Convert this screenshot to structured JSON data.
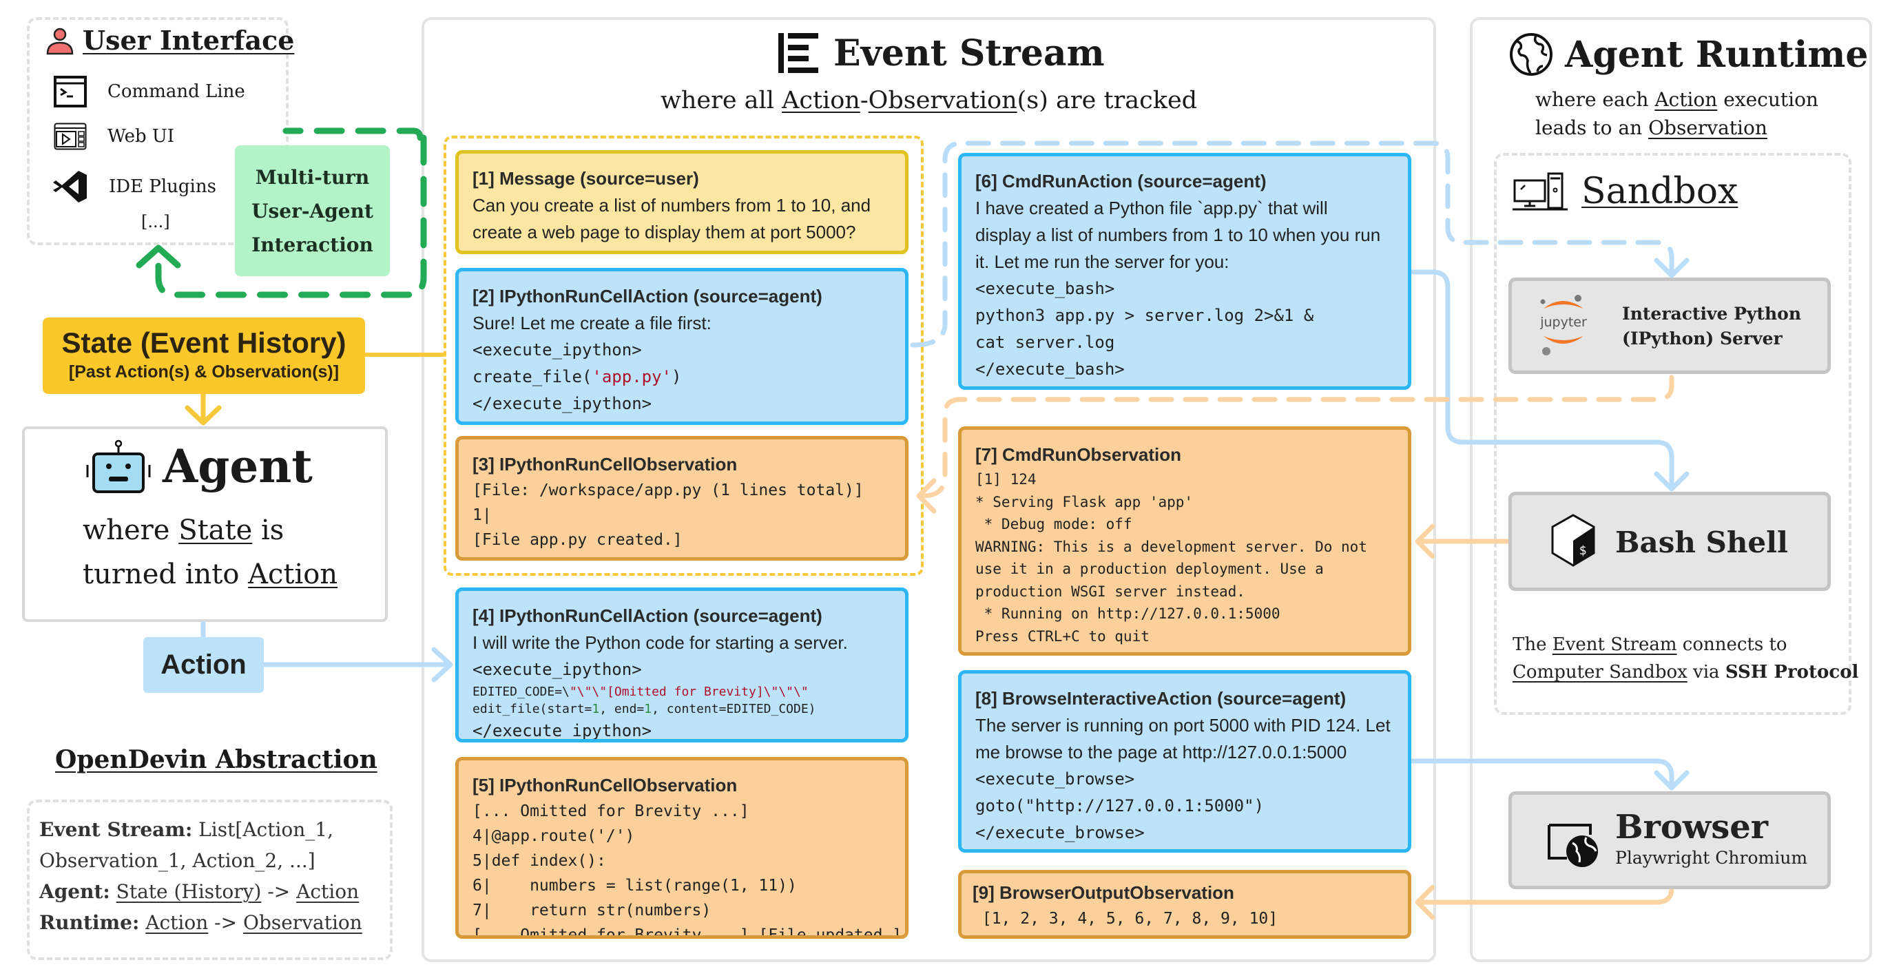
{
  "user_interface": {
    "title": "User Interface",
    "items": [
      {
        "label": "Command Line",
        "icon": "terminal-icon"
      },
      {
        "label": "Web UI",
        "icon": "web-ui-icon"
      },
      {
        "label": "IDE Plugins",
        "icon": "vscode-icon"
      }
    ],
    "more": "[...]"
  },
  "multi_turn": {
    "lines": [
      "Multi-turn",
      "User-Agent",
      "Interaction"
    ]
  },
  "state": {
    "title": "State (Event History)",
    "subtitle": "[Past Action(s) & Observation(s)]"
  },
  "agent": {
    "title": "Agent",
    "line1_pre": "where ",
    "line1_u": "State",
    "line1_post": " is",
    "line2_pre": "turned into ",
    "line2_u": "Action"
  },
  "action_label": "Action",
  "abstraction": {
    "title": "OpenDevin Abstraction",
    "es_label": "Event Stream:",
    "es_value1": " List[Action_1,",
    "es_value2": "Observation_1, Action_2, ...]",
    "agent_label": "Agent:",
    "agent_from": "State (History)",
    "arrow": " -> ",
    "agent_to": "Action",
    "runtime_label": "Runtime:",
    "runtime_from": "Action",
    "runtime_to": "Observation"
  },
  "event_stream": {
    "title": "Event Stream",
    "subtitle_pre": "where all ",
    "subtitle_u1": "Action",
    "subtitle_dash": "-",
    "subtitle_u2": "Observation",
    "subtitle_post": "(s) are tracked",
    "events": [
      {
        "id": 1,
        "kind": "user",
        "title": "[1] Message (source=user)",
        "lines": [
          {
            "style": "text",
            "segs": [
              {
                "t": "Can you create a list of numbers from 1 to 10, and"
              }
            ]
          },
          {
            "style": "text",
            "segs": [
              {
                "t": "create a web page to display them at port 5000?"
              }
            ]
          }
        ]
      },
      {
        "id": 2,
        "kind": "action",
        "title": "[2] IPythonRunCellAction (source=agent)",
        "lines": [
          {
            "style": "text",
            "segs": [
              {
                "t": "Sure! Let me create a file first:"
              }
            ]
          },
          {
            "style": "code",
            "segs": [
              {
                "t": "<execute_ipython>"
              }
            ]
          },
          {
            "style": "code",
            "segs": [
              {
                "t": "create_file("
              },
              {
                "t": "'app.py'",
                "c": "#b0102a"
              },
              {
                "t": ")"
              }
            ]
          },
          {
            "style": "code",
            "segs": [
              {
                "t": "</execute_ipython>"
              }
            ]
          }
        ]
      },
      {
        "id": 3,
        "kind": "obs",
        "title": "[3] IPythonRunCellObservation",
        "lines": [
          {
            "style": "obs2",
            "segs": [
              {
                "t": "[File: /workspace/app.py (1 lines total)]"
              }
            ]
          },
          {
            "style": "obs2",
            "segs": [
              {
                "t": "1|"
              }
            ]
          },
          {
            "style": "obs2",
            "segs": [
              {
                "t": "[File app.py created.]"
              }
            ]
          }
        ]
      },
      {
        "id": 4,
        "kind": "action",
        "title": "[4] IPythonRunCellAction (source=agent)",
        "lines": [
          {
            "style": "text",
            "segs": [
              {
                "t": "I will write the Python code for starting a server."
              }
            ]
          },
          {
            "style": "code",
            "segs": [
              {
                "t": "<execute_ipython>"
              }
            ]
          },
          {
            "style": "small",
            "segs": [
              {
                "t": "EDITED_CODE=\\"
              },
              {
                "t": "\"\\\"\\\"[Omitted for Brevity]\\\"\\\"\\\"",
                "c": "#b0102a"
              }
            ]
          },
          {
            "style": "small",
            "segs": [
              {
                "t": "edit_file(start="
              },
              {
                "t": "1",
                "c": "#2a8a3a"
              },
              {
                "t": ", end="
              },
              {
                "t": "1",
                "c": "#2a8a3a"
              },
              {
                "t": ", content=EDITED_CODE)"
              }
            ]
          },
          {
            "style": "code",
            "segs": [
              {
                "t": "</execute_ipython>"
              }
            ]
          }
        ]
      },
      {
        "id": 5,
        "kind": "obs",
        "title": "[5] IPythonRunCellObservation",
        "lines": [
          {
            "style": "obs2",
            "segs": [
              {
                "t": "[... Omitted for Brevity ...]"
              }
            ]
          },
          {
            "style": "obs2",
            "segs": [
              {
                "t": "4|@app.route('/')"
              }
            ]
          },
          {
            "style": "obs2",
            "segs": [
              {
                "t": "5|def index():"
              }
            ]
          },
          {
            "style": "obs2",
            "segs": [
              {
                "t": "6|    numbers = list(range(1, 11))"
              }
            ]
          },
          {
            "style": "obs2",
            "segs": [
              {
                "t": "7|    return str(numbers)"
              }
            ]
          },
          {
            "style": "obs2",
            "segs": [
              {
                "t": "[... Omitted for Brevity ...] [File updated.]"
              }
            ]
          }
        ]
      },
      {
        "id": 6,
        "kind": "action",
        "title": "[6] CmdRunAction (source=agent)",
        "lines": [
          {
            "style": "text",
            "segs": [
              {
                "t": "I have created a Python file `app.py` that will"
              }
            ]
          },
          {
            "style": "text",
            "segs": [
              {
                "t": "display a list of numbers from 1 to 10 when you run"
              }
            ]
          },
          {
            "style": "text",
            "segs": [
              {
                "t": "it. Let me run the server for you:"
              }
            ]
          },
          {
            "style": "code",
            "segs": [
              {
                "t": "<execute_bash>"
              }
            ]
          },
          {
            "style": "code",
            "segs": [
              {
                "t": "python3 app.py > server.log 2>&1 &"
              }
            ]
          },
          {
            "style": "code",
            "segs": [
              {
                "t": "cat server.log"
              }
            ]
          },
          {
            "style": "code",
            "segs": [
              {
                "t": "</execute_bash>"
              }
            ]
          }
        ]
      },
      {
        "id": 7,
        "kind": "obs",
        "title": "[7] CmdRunObservation",
        "lines": [
          {
            "style": "obs",
            "segs": [
              {
                "t": "[1] 124"
              }
            ]
          },
          {
            "style": "obs",
            "segs": [
              {
                "t": "* Serving Flask app 'app'"
              }
            ]
          },
          {
            "style": "obs",
            "segs": [
              {
                "t": " * Debug mode: off"
              }
            ]
          },
          {
            "style": "obs",
            "segs": [
              {
                "t": "WARNING: This is a development server. Do not"
              }
            ]
          },
          {
            "style": "obs",
            "segs": [
              {
                "t": "use it in a production deployment. Use a"
              }
            ]
          },
          {
            "style": "obs",
            "segs": [
              {
                "t": "production WSGI server instead."
              }
            ]
          },
          {
            "style": "obs",
            "segs": [
              {
                "t": " * Running on http://127.0.0.1:5000"
              }
            ]
          },
          {
            "style": "obs",
            "segs": [
              {
                "t": "Press CTRL+C to quit"
              }
            ]
          }
        ]
      },
      {
        "id": 8,
        "kind": "action",
        "title": "[8] BrowseInteractiveAction (source=agent)",
        "lines": [
          {
            "style": "text",
            "segs": [
              {
                "t": "The server is running on port 5000 with PID 124. Let"
              }
            ]
          },
          {
            "style": "text",
            "segs": [
              {
                "t": "me browse to the page at http://127.0.0.1:5000"
              }
            ]
          },
          {
            "style": "code",
            "segs": [
              {
                "t": "<execute_browse>"
              }
            ]
          },
          {
            "style": "code",
            "segs": [
              {
                "t": "goto(\"http://127.0.0.1:5000\")"
              }
            ]
          },
          {
            "style": "code",
            "segs": [
              {
                "t": "</execute_browse>"
              }
            ]
          }
        ]
      },
      {
        "id": 9,
        "kind": "obs",
        "title": "[9] BrowserOutputObservation",
        "lines": [
          {
            "style": "obs2",
            "segs": [
              {
                "t": " [1, 2, 3, 4, 5, 6, 7, 8, 9, 10]"
              }
            ]
          }
        ]
      }
    ]
  },
  "runtime": {
    "title": "Agent Runtime",
    "sub1_pre": "where each ",
    "sub1_u": "Action",
    "sub1_post": " execution",
    "sub2_pre": "leads to an ",
    "sub2_u": "Observation",
    "sandbox_title": "Sandbox",
    "ipython_line1": "Interactive Python",
    "ipython_line2": "(IPython) Server",
    "jupyter_logo": "jupyter",
    "bash_title": "Bash Shell",
    "ssh_pre": "The ",
    "ssh_u1": "Event Stream",
    "ssh_mid": " connects to",
    "ssh_u2": "Computer Sandbox",
    "ssh_via": " via ",
    "ssh_bold": "SSH Protocol",
    "browser_title": "Browser",
    "browser_sub": "Playwright Chromium"
  },
  "colors": {
    "user_bg": "#fde6a2",
    "action_bg": "#bde3fb",
    "obs_bg": "#fbd09b",
    "state": "#fbc72a",
    "green": "#22aa55",
    "blue_arrow": "#b9ddf8",
    "orange_arrow": "#fcd3a3"
  }
}
